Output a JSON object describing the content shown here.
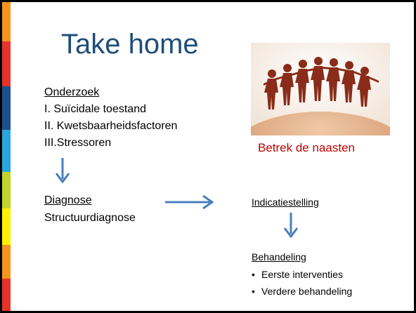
{
  "colors": {
    "stripe": [
      "#f7941d",
      "#e63329",
      "#1e4f8c",
      "#2aa6df",
      "#c2d52a",
      "#fff200",
      "#f7941d",
      "#e63329"
    ],
    "title": "#1f4e79",
    "arrow": "#4a7ebb",
    "caption": "#c00000"
  },
  "slide": {
    "title": "Take home",
    "onderzoek": {
      "heading": "Onderzoek",
      "items": [
        "I.  Suïcidale toestand",
        "II. Kwetsbaarheidsfactoren",
        "III.Stressoren"
      ]
    },
    "diagnose": {
      "heading": "Diagnose",
      "text": "Structuurdiagnose"
    },
    "image_caption": "Betrek de naasten",
    "indicatiestelling": "Indicatiestelling",
    "behandeling": {
      "heading": "Behandeling",
      "items": [
        "Eerste interventies",
        "Verdere behandeling"
      ]
    }
  }
}
